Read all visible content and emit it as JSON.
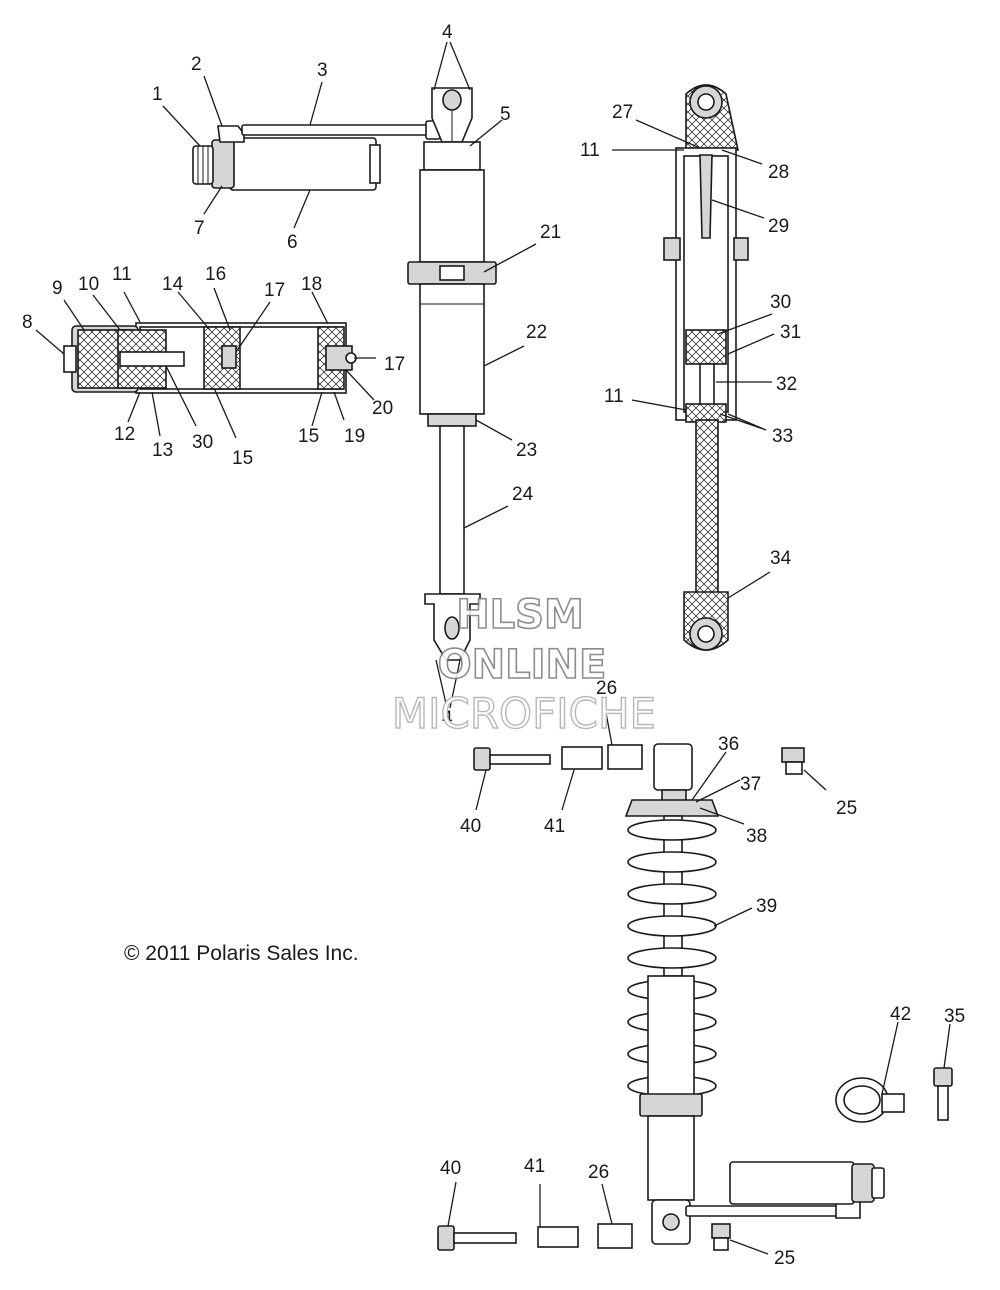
{
  "copyright": "© 2011 Polaris Sales Inc.",
  "watermark": {
    "line1": "HLSM",
    "line2": "ONLINE",
    "line3": "MICROFICHE"
  },
  "callouts": [
    "1",
    "2",
    "3",
    "4",
    "5",
    "6",
    "7",
    "8",
    "9",
    "10",
    "11",
    "12",
    "13",
    "14",
    "15",
    "16",
    "17",
    "18",
    "19",
    "20",
    "21",
    "22",
    "23",
    "24",
    "25",
    "26",
    "27",
    "28",
    "29",
    "30",
    "31",
    "32",
    "33",
    "34",
    "35",
    "36",
    "37",
    "38",
    "39",
    "40",
    "41",
    "42"
  ]
}
